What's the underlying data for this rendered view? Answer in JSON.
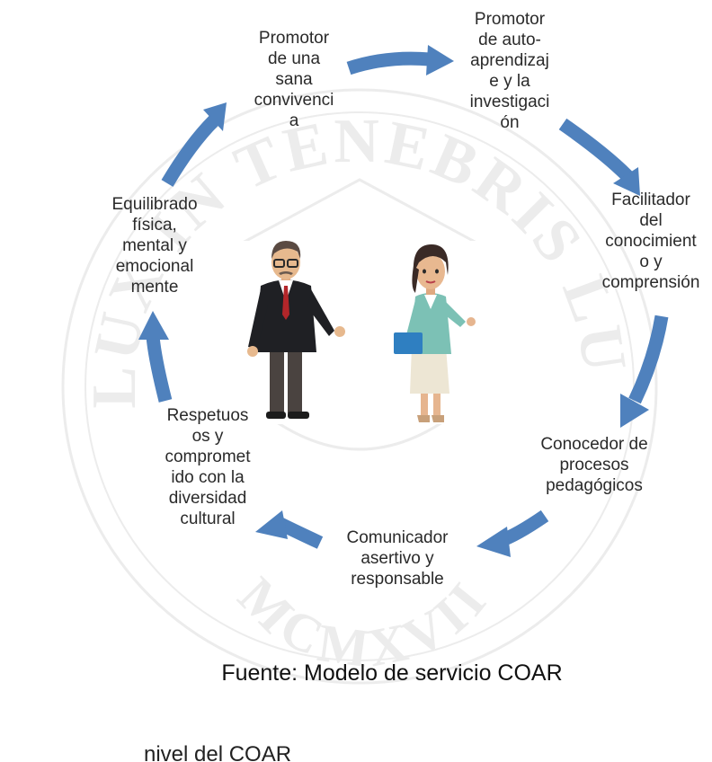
{
  "nodes": [
    {
      "id": "promotor-convivencia",
      "lines": [
        "Promotor",
        "de una",
        "sana",
        "convivenci",
        "a"
      ]
    },
    {
      "id": "promotor-autoaprendizaje",
      "lines": [
        "Promotor",
        "de auto-",
        "aprendizaj",
        "e y la",
        "investigaci",
        "ón"
      ]
    },
    {
      "id": "facilitador",
      "lines": [
        "Facilitador",
        "del",
        "conocimient",
        "o y",
        "comprensión"
      ]
    },
    {
      "id": "conocedor",
      "lines": [
        "Conocedor de",
        "procesos",
        "pedagógicos"
      ]
    },
    {
      "id": "comunicador",
      "lines": [
        "Comunicador",
        "asertivo y",
        "responsable"
      ]
    },
    {
      "id": "respetuoso",
      "lines": [
        "Respetuos",
        "os y",
        "compromet",
        "ido con la",
        "diversidad",
        "cultural"
      ]
    },
    {
      "id": "equilibrado",
      "lines": [
        "Equilibrado",
        "física,",
        "mental y",
        "emocional",
        "mente"
      ]
    }
  ],
  "caption": "Fuente: Modelo de servicio COAR",
  "bottom_text": "nivel del COAR",
  "colors": {
    "arrow": "#4f81bd",
    "text": "#2a2a2a",
    "watermark": "#e9e9e9"
  },
  "watermark": {
    "top_text": "ET LUX IN TENEBRIS LUCET",
    "bottom_text": "MCMXVII"
  },
  "illustration": {
    "icons": [
      "male-teacher",
      "female-teacher"
    ]
  }
}
